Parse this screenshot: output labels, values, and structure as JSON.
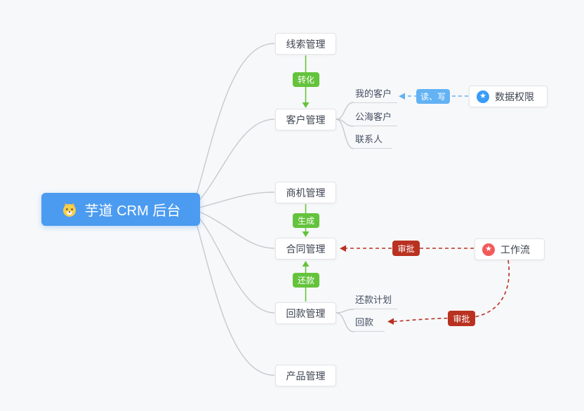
{
  "root": {
    "label": "芋道 CRM 后台",
    "icon": "dog-icon"
  },
  "modules": {
    "leads": {
      "label": "线索管理"
    },
    "customers": {
      "label": "客户管理"
    },
    "opportunities": {
      "label": "商机管理"
    },
    "contracts": {
      "label": "合同管理"
    },
    "receivables": {
      "label": "回款管理"
    },
    "products": {
      "label": "产品管理"
    }
  },
  "customer_children": {
    "my_customers": {
      "label": "我的客户"
    },
    "pool_customers": {
      "label": "公海客户"
    },
    "contacts": {
      "label": "联系人"
    }
  },
  "receivable_children": {
    "repayment_plan": {
      "label": "还款计划"
    },
    "repayment": {
      "label": "回款"
    }
  },
  "system_nodes": {
    "data_permission": {
      "label": "数据权限",
      "icon": "star-icon"
    },
    "workflow": {
      "label": "工作流",
      "icon": "star-icon"
    }
  },
  "edge_labels": {
    "convert": "转化",
    "generate": "生成",
    "repay": "还款",
    "read_write": "读、写",
    "approve_contract": "审批",
    "approve_receivable": "审批"
  },
  "colors": {
    "root_bg": "#4B9BF0",
    "green_edge": "#64C33C",
    "blue_edge": "#63B2F3",
    "red_edge": "#B93221",
    "data_permission_icon_bg": "#3A9CF6",
    "workflow_icon_bg": "#F25B5B",
    "background": "#F7F8FA"
  }
}
